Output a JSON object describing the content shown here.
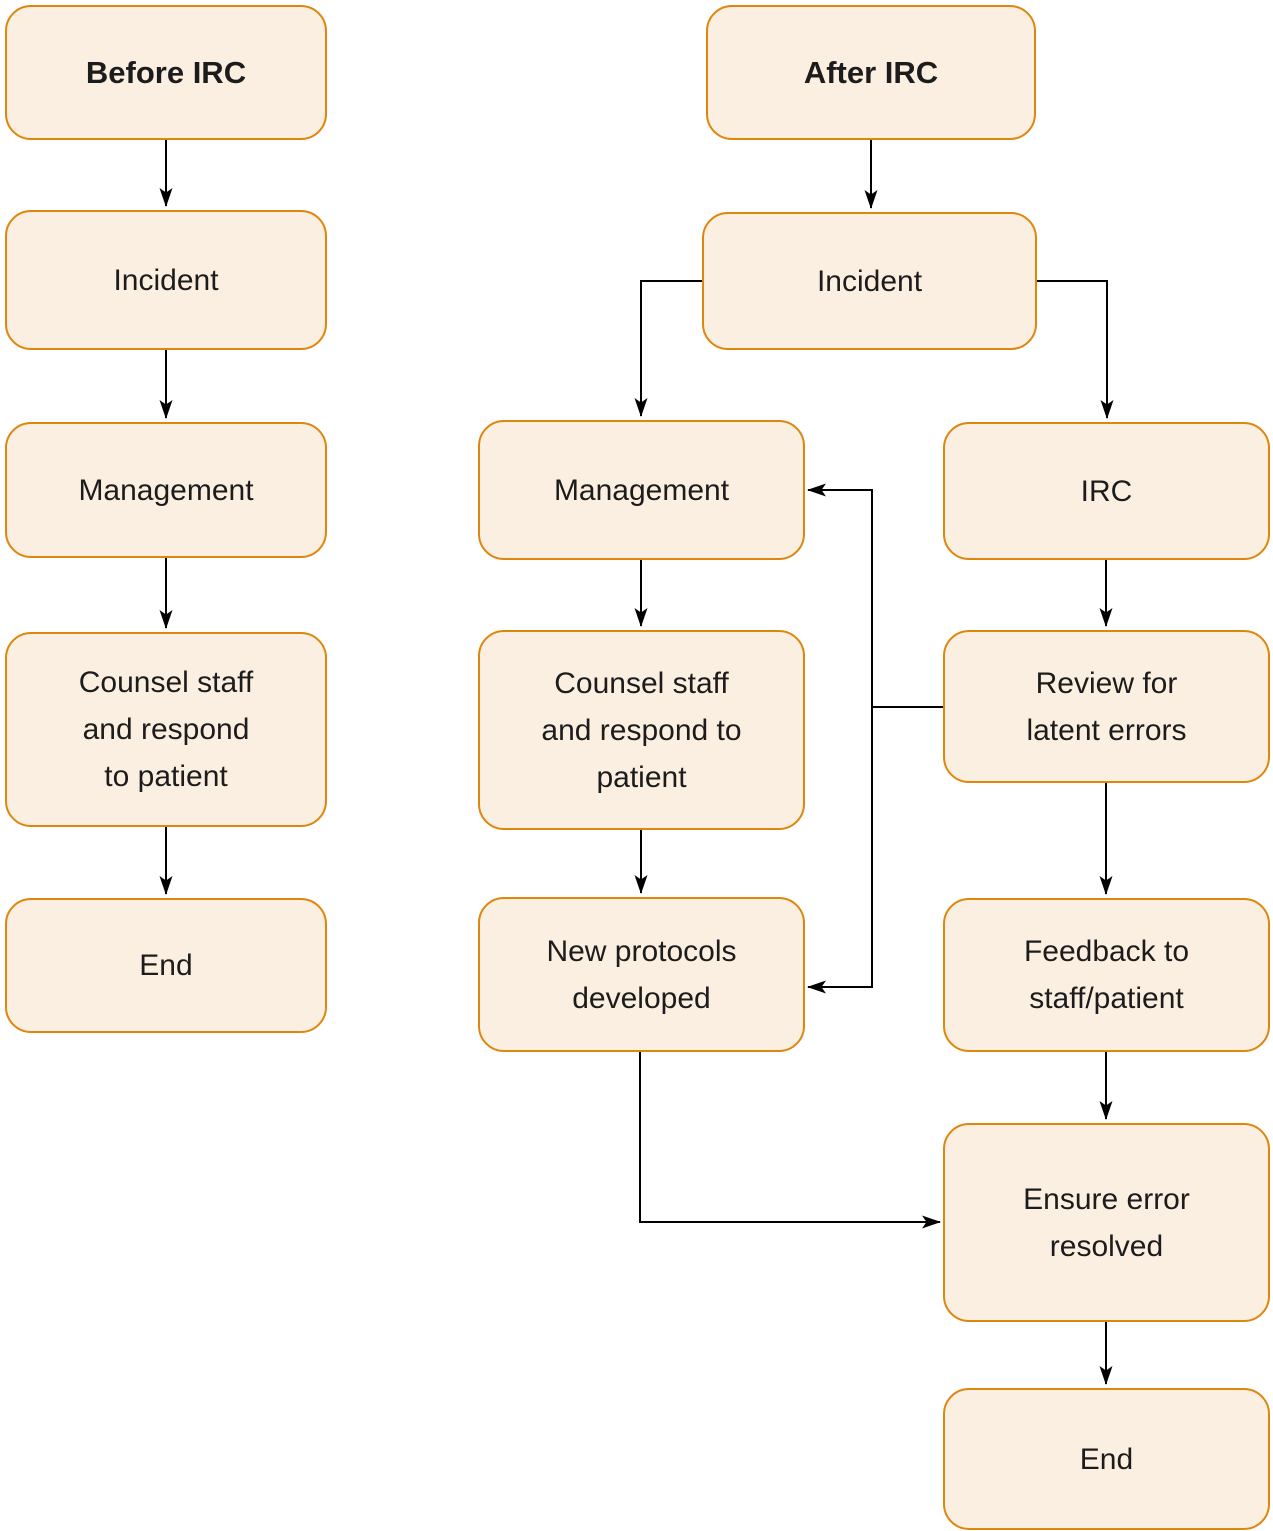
{
  "diagram": {
    "colors": {
      "node_fill": "#FBEFE1",
      "node_border": "#DE860D",
      "arrow": "#000000",
      "text": "#1c1c1c"
    },
    "before": {
      "title": "Before IRC",
      "nodes": {
        "incident": "Incident",
        "management": "Management",
        "counsel": "Counsel staff\nand respond\nto patient",
        "end": "End"
      }
    },
    "after": {
      "title": "After IRC",
      "nodes": {
        "incident": "Incident",
        "management": "Management",
        "counsel": "Counsel staff\nand respond to\npatient",
        "new_protocols": "New protocols\ndeveloped",
        "irc": "IRC",
        "review": "Review for\nlatent errors",
        "feedback": "Feedback to\nstaff/patient",
        "ensure": "Ensure error\nresolved",
        "end": "End"
      }
    }
  }
}
